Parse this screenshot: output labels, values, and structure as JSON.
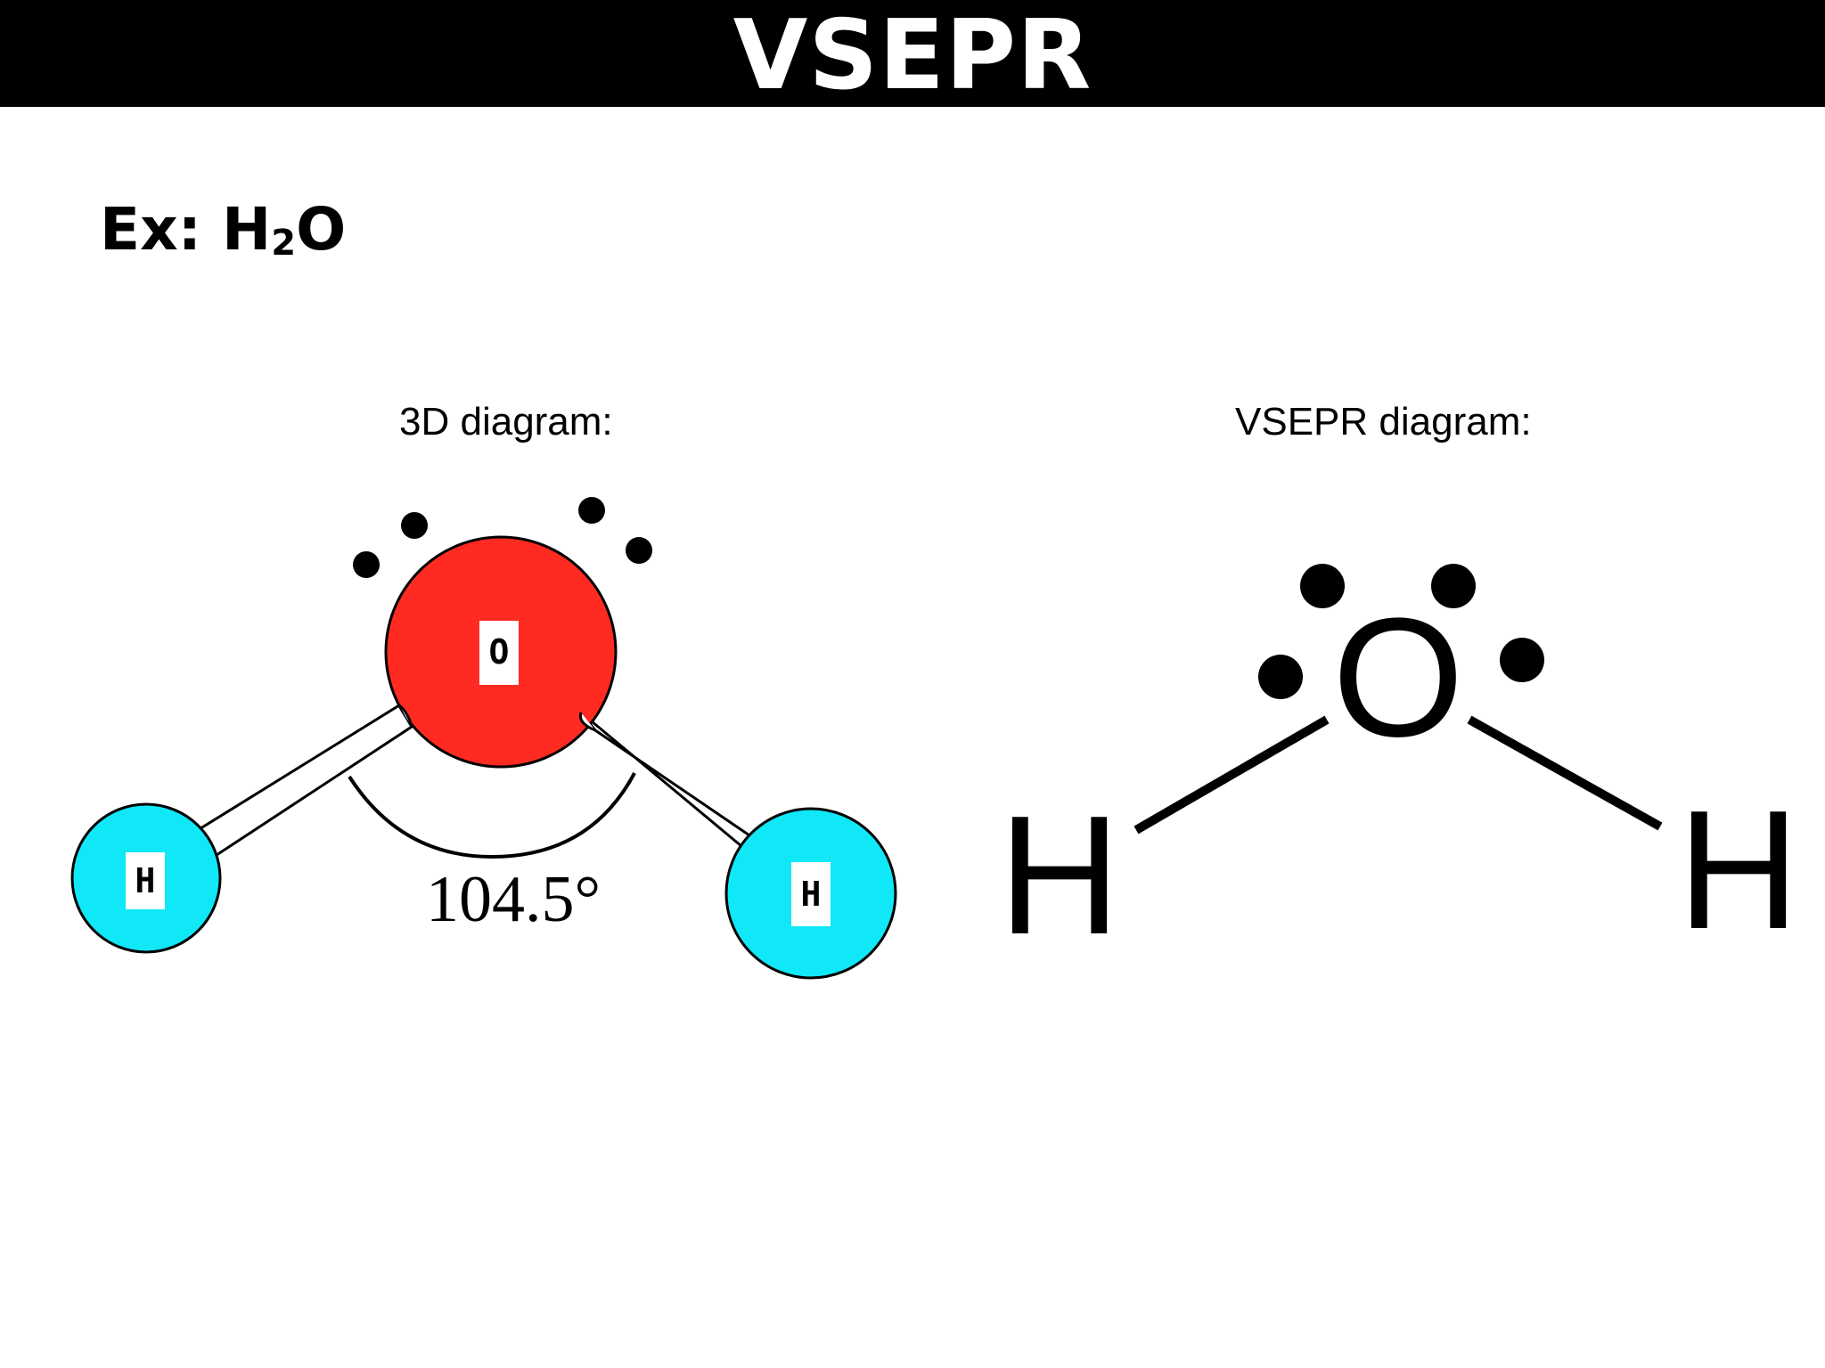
{
  "header": {
    "title": "VSEPR"
  },
  "example": {
    "prefix": "Ex: H",
    "subscript": "2",
    "suffix": "O"
  },
  "diagram_3d": {
    "caption": "3D diagram:",
    "oxygen_label": "O",
    "hydrogen_left_label": "H",
    "hydrogen_right_label": "H",
    "bond_angle": "104.5°",
    "colors": {
      "oxygen": "#ff2a22",
      "hydrogen": "#10e8f8",
      "outline": "#000000"
    }
  },
  "diagram_vsepr": {
    "caption": "VSEPR diagram:",
    "central_atom": "O",
    "left_atom": "H",
    "right_atom": "H"
  }
}
